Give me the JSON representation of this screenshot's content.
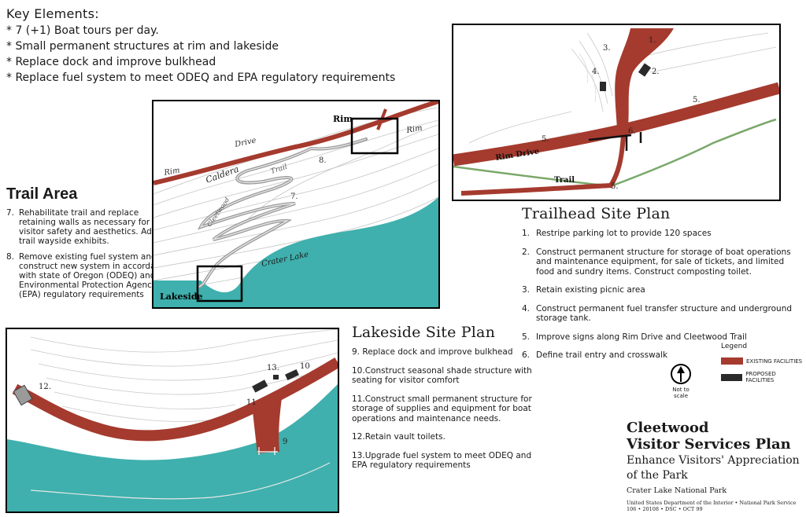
{
  "key_elements": {
    "title": "Key Elements:",
    "items": [
      "7 (+1) Boat tours per day.",
      "Small permanent structures at rim and lakeside",
      "Replace dock and improve bulkhead",
      "Replace fuel system to meet ODEQ and EPA regulatory requirements"
    ]
  },
  "trail_area": {
    "title": "Trail Area",
    "items": [
      {
        "num": "7.",
        "text": "Rehabilitate trail and replace retaining walls as necessary for visitor safety and aesthetics. Add trail wayside exhibits."
      },
      {
        "num": "8.",
        "text": "Remove existing fuel system and construct new system in accordance with state of Oregon (ODEQ) and U.S. Environmental Protection Agency (EPA) regulatory requirements"
      }
    ]
  },
  "trail_map": {
    "labels": {
      "rim_left": "Rim",
      "rim_top": "Rim",
      "rim_right": "Rim",
      "drive": "Drive",
      "caldera": "Caldera",
      "trail": "Trail",
      "cleetwood": "Cleetwood",
      "crater_lake": "Crater Lake",
      "lakeside": "Lakeside",
      "n7": "7.",
      "n8": "8."
    }
  },
  "trailhead_map": {
    "labels": {
      "n1": "1.",
      "n2": "2.",
      "n3": "3.",
      "n4": "4.",
      "n5a": "5.",
      "n5b": "5.",
      "n5c": "5.",
      "n6": "6.",
      "rim_drive": "Rim Drive",
      "trail": "Trail"
    }
  },
  "trailhead_plan": {
    "title": "Trailhead Site Plan",
    "items": [
      {
        "num": "1.",
        "text": "Restripe parking lot to provide 120 spaces"
      },
      {
        "num": "2.",
        "text": "Construct permanent structure for storage of boat operations and maintenance equipment, for sale of tickets, and limited food and sundry items. Construct composting toilet."
      },
      {
        "num": "3.",
        "text": "Retain existing picnic area"
      },
      {
        "num": "4.",
        "text": "Construct permanent fuel transfer structure and underground storage tank."
      },
      {
        "num": "5.",
        "text": "Improve signs along Rim Drive and Cleetwood Trail"
      },
      {
        "num": "6.",
        "text": "Define trail entry and crosswalk"
      }
    ]
  },
  "lakeside_map": {
    "labels": {
      "n9": "9",
      "n10": "10",
      "n11": "11",
      "n12": "12.",
      "n13": "13."
    }
  },
  "lakeside_plan": {
    "title": "Lakeside Site Plan",
    "items": [
      {
        "num": "9.",
        "text": "Replace dock and improve bulkhead"
      },
      {
        "num": "10.",
        "text": "Construct seasonal shade structure with seating for visitor comfort"
      },
      {
        "num": "11.",
        "text": "Construct small permanent structure for storage of supplies and equipment for boat operations and maintenance needs."
      },
      {
        "num": "12.",
        "text": "Retain vault toilets."
      },
      {
        "num": "13.",
        "text": "Upgrade fuel system to meet ODEQ and EPA regulatory requirements"
      }
    ]
  },
  "legend": {
    "title": "Legend",
    "existing": "EXISTING FACILITIES",
    "proposed": "PROPOSED FACILITIES",
    "existing_color": "#a53a2e",
    "proposed_color": "#2a2a2a"
  },
  "north": {
    "label": "Not to scale"
  },
  "title_block": {
    "line1": "Cleetwood",
    "line2": "Visitor Services Plan",
    "line3": "Enhance Visitors' Appreciation of the Park",
    "line4": "Crater Lake National Park",
    "line5": "United States Department of the Interior • National Park Service",
    "line6": "106 • 20108 • DSC • OCT 99"
  },
  "colors": {
    "lake": "#3fb0ad",
    "road": "#a53a2e",
    "trail": "#9a9a9a",
    "contour": "#bdbdbd",
    "path_green": "#7aa86a"
  }
}
